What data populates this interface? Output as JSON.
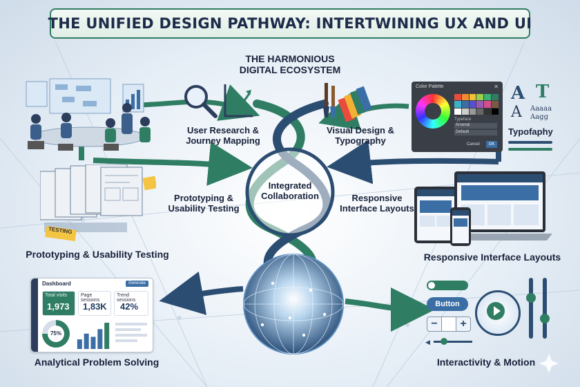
{
  "title": "THE UNIFIED DESIGN PATHWAY: INTERTWINING UX AND UI",
  "center": {
    "ecosystem_title": "THE HARMONIOUS DIGITAL ECOSYSTEM",
    "collab_label": "Integrated Collaboration"
  },
  "inner_labels": {
    "user_research": "User Research & Journey Mapping",
    "visual_design": "Visual Design & Typography",
    "prototyping": "Prototyping & Usability Testing",
    "responsive": "Responsive Interface Layouts"
  },
  "outer_labels": {
    "prototyping": "Prototyping & Usability Testing",
    "responsive": "Responsive Interface Layouts",
    "analytical": "Analytical Problem Solving",
    "interactivity": "Interactivity & Motion",
    "typography": "Typofaphy"
  },
  "dashboard": {
    "title": "Dashboard",
    "button": "Generate",
    "kpis": [
      {
        "label": "Total visits",
        "value": "1,973"
      },
      {
        "label": "Page sessions",
        "value": "1,83K"
      },
      {
        "label": "Trend sessions",
        "value": "42%"
      }
    ],
    "donut_label": "75%",
    "bar_values": [
      30,
      48,
      38,
      62,
      82
    ]
  },
  "color_palette": {
    "title": "Color Palette",
    "typeface": "Typeface",
    "opt1": "Arsenal",
    "opt2": "Default",
    "cancel": "Cancel",
    "ok": "OK"
  },
  "typography_sample": {
    "glyph": "A",
    "sample1": "Aaaaa",
    "sample2": "Aagg"
  },
  "interactivity": {
    "button_label": "Button",
    "minus": "−",
    "plus": "+"
  },
  "prototype_tag": "TESTING",
  "colors": {
    "green": "#2f7d63",
    "navy": "#2c4d72",
    "accent_blue": "#3b6ea5"
  }
}
